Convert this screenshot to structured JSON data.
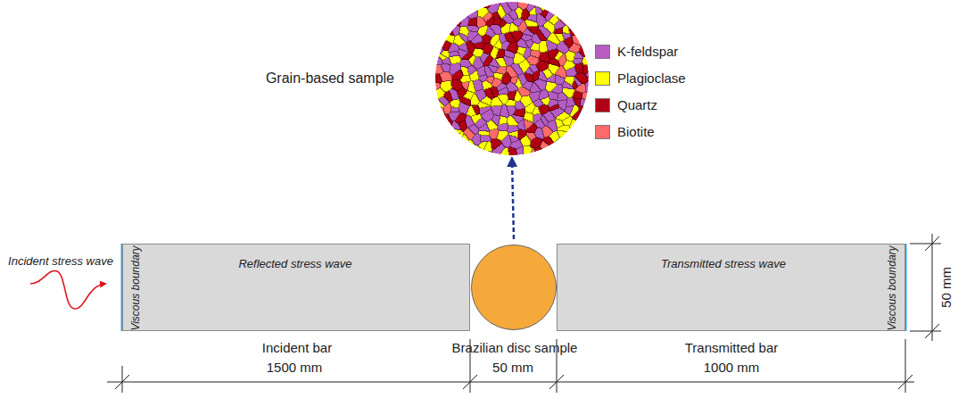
{
  "diagram": {
    "nodes": [
      {
        "text": [
          "Viscous boundary",
          "Reflected stress wave",
          "Incident bar"
        ]
      },
      {
        "text": [
          "Brazilian disc sample"
        ]
      },
      {
        "text": [
          "Transmitted stress wave",
          "Viscous boundary",
          "Transmitted bar"
        ]
      },
      {
        "text": [
          "Grain-based sample"
        ]
      }
    ],
    "edges": [
      {
        "from": 1,
        "to": 3,
        "arrow": "to"
      }
    ],
    "labels": [
      "Incident stress wave",
      "1500 mm",
      "50 mm",
      "1000 mm",
      "50 mm"
    ],
    "legend": [
      {
        "text": "K-feldspar",
        "color": "#b65cc2"
      },
      {
        "text": "Plagioclase",
        "color": "#ffff00"
      },
      {
        "text": "Quartz",
        "color": "#b00012"
      },
      {
        "text": "Biotite",
        "color": "#ff6a6a"
      }
    ]
  }
}
